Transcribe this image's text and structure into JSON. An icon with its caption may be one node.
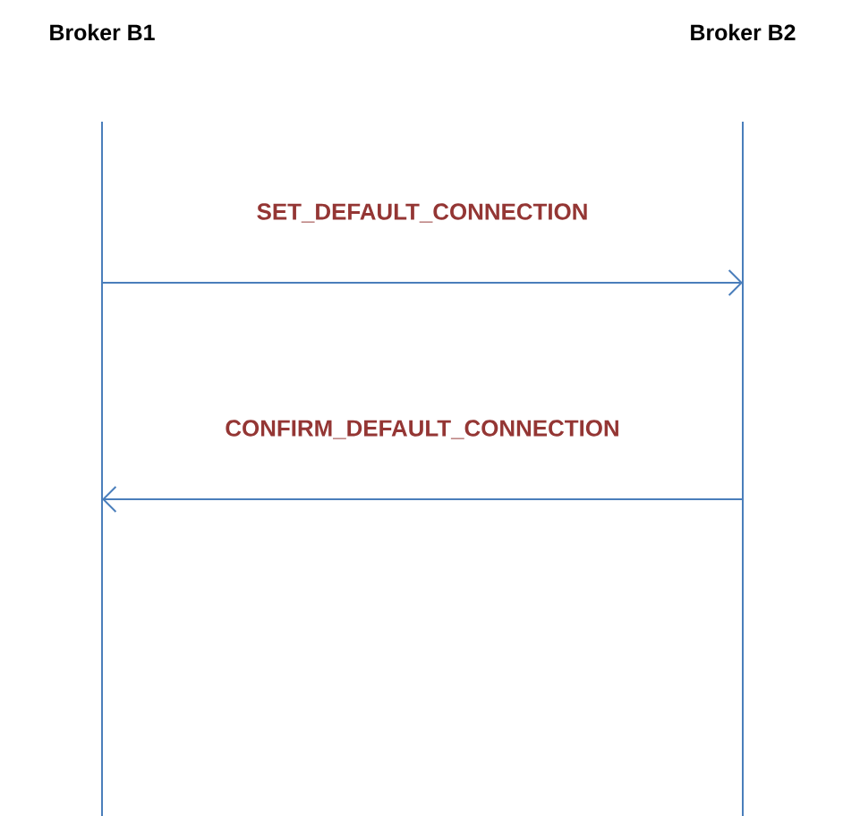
{
  "diagram": {
    "nodes": [
      {
        "text": [
          "Broker B1"
        ]
      },
      {
        "text": [
          "Broker B2"
        ]
      },
      {
        "text": [],
        "shape": "line"
      },
      {
        "text": [],
        "shape": "line"
      }
    ],
    "edges": [
      {
        "from": 2,
        "to": 3,
        "arrow": "to",
        "label": "SET_DEFAULT_CONNECTION"
      },
      {
        "from": 3,
        "to": 2,
        "arrow": "to",
        "label": "CONFIRM_DEFAULT_CONNECTION"
      }
    ]
  }
}
